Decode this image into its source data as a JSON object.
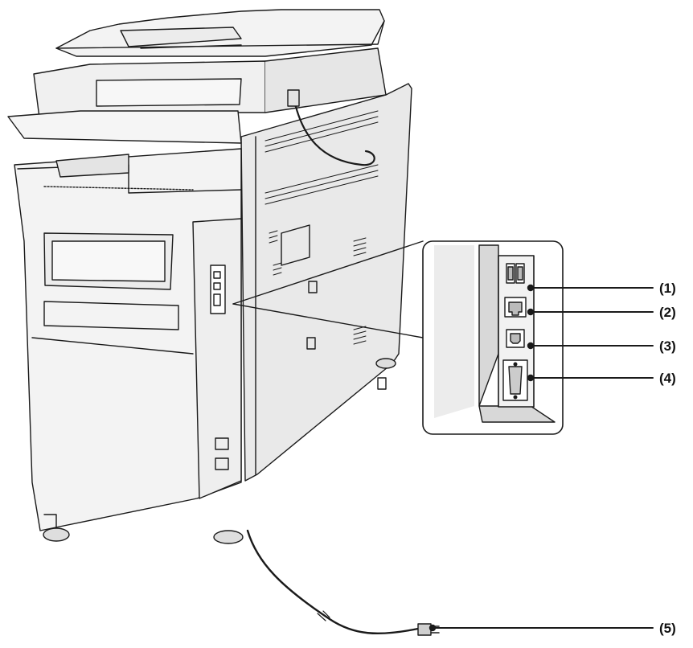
{
  "callouts": [
    {
      "id": "c1",
      "label": "(1)"
    },
    {
      "id": "c2",
      "label": "(2)"
    },
    {
      "id": "c3",
      "label": "(3)"
    },
    {
      "id": "c4",
      "label": "(4)"
    },
    {
      "id": "c5",
      "label": "(5)"
    }
  ],
  "colors": {
    "outline": "#1a1a1a",
    "body_fill": "#f3f3f3",
    "side_fill": "#e9e9e9",
    "shadow": "#d2d2d2",
    "background": "#ffffff"
  }
}
